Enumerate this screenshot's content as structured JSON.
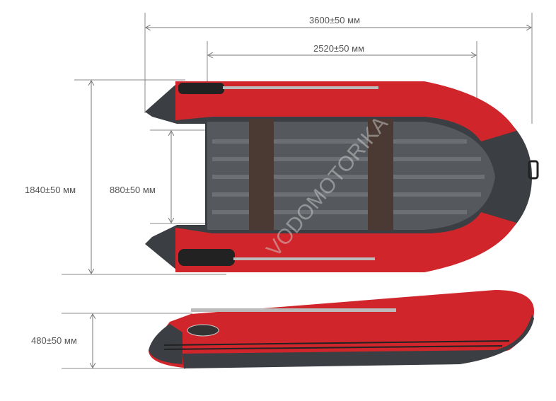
{
  "dimensions": {
    "length_overall": "3600±50 мм",
    "length_inner": "2520±50 мм",
    "width_overall": "1840±50 мм",
    "width_inner": "880±50 мм",
    "tube_height": "480±50 мм"
  },
  "watermark": "VODOMOTORIKA",
  "colors": {
    "hull": "#d0262b",
    "trim": "#3b3e42",
    "floor": "#55585c",
    "seat": "#4a3a33",
    "dim_line": "#777777"
  }
}
